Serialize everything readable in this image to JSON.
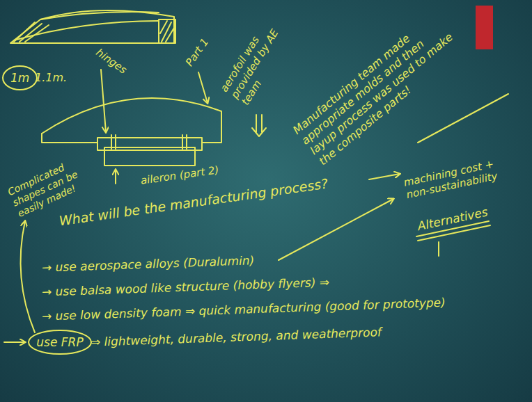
{
  "diagram": {
    "nodes": [
      {
        "text": [
          "1m"
        ]
      },
      {
        "text": [
          "use FRP"
        ]
      }
    ],
    "labels": [
      "1.1m.",
      "hinges",
      "Part 1",
      "aerofoil was provided by AE team",
      "Manufacturing team made appropriate molds and then layup process was used to make the composite parts!",
      "aileron (part 2)",
      "Complicated shapes can be easily made!",
      "What will be the manufacturing process?",
      "machining cost + non-sustainability",
      "Alternatives",
      "→ use aerospace alloys (Duralumin)",
      "→ use balsa wood like structure (hobby flyers) ⇒",
      "→ use low density foam ⇒ quick manufacturing (good for prototype)",
      "⇒ lightweight, durable, strong, and weatherproof"
    ]
  }
}
